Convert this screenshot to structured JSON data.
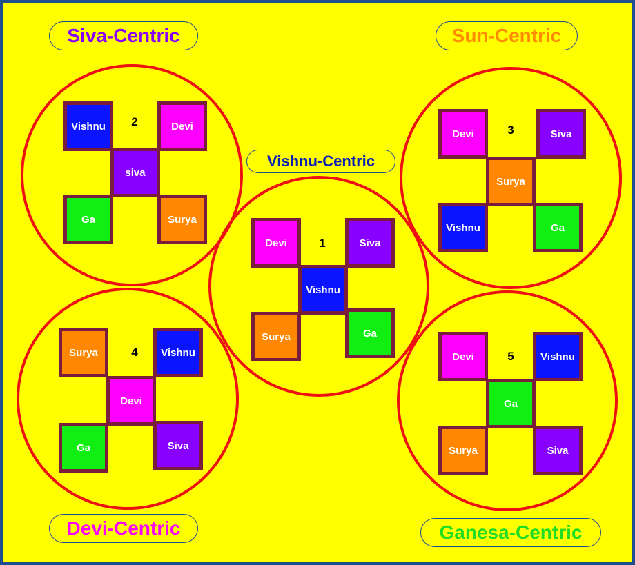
{
  "titles": {
    "siva": {
      "label": "Siva-Centric",
      "color": "#8a00ff"
    },
    "sun": {
      "label": "Sun-Centric",
      "color": "#ff8c00"
    },
    "vishnu": {
      "label": "Vishnu-Centric",
      "color": "#0a22b4"
    },
    "devi": {
      "label": "Devi-Centric",
      "color": "#ff00ff"
    },
    "ganesa": {
      "label": "Ganesa-Centric",
      "color": "#22dd22"
    }
  },
  "deity_colors": {
    "Vishnu": "#0a14ff",
    "Devi": "#ff00ff",
    "Siva": "#8800ff",
    "Surya": "#ff8800",
    "Ga": "#11ee11"
  },
  "panchayatanas": [
    {
      "id": "vishnu",
      "number": "1",
      "top_left": "Devi",
      "top_right": "Siva",
      "center": "Vishnu",
      "bottom_left": "Surya",
      "bottom_right": "Ga",
      "fills": {
        "top_left": "#ff00ff",
        "top_right": "#8800ff",
        "center": "#0a14ff",
        "bottom_left": "#ff8800",
        "bottom_right": "#11ee11"
      }
    },
    {
      "id": "siva",
      "number": "2",
      "top_left": "Vishnu",
      "top_right": "Devi",
      "center": "siva",
      "bottom_left": "Ga",
      "bottom_right": "Surya",
      "fills": {
        "top_left": "#0a14ff",
        "top_right": "#ff00ff",
        "center": "#8800ff",
        "bottom_left": "#11ee11",
        "bottom_right": "#ff8800"
      }
    },
    {
      "id": "sun",
      "number": "3",
      "top_left": "Devi",
      "top_right": "Siva",
      "center": "Surya",
      "bottom_left": "Vishnu",
      "bottom_right": "Ga",
      "fills": {
        "top_left": "#ff00ff",
        "top_right": "#8800ff",
        "center": "#ff8800",
        "bottom_left": "#0a14ff",
        "bottom_right": "#11ee11"
      }
    },
    {
      "id": "devi",
      "number": "4",
      "top_left": "Surya",
      "top_right": "Vishnu",
      "center": "Devi",
      "bottom_left": "Ga",
      "bottom_right": "Siva",
      "fills": {
        "top_left": "#ff8800",
        "top_right": "#0a14ff",
        "center": "#ff00ff",
        "bottom_left": "#11ee11",
        "bottom_right": "#8800ff"
      }
    },
    {
      "id": "ganesa",
      "number": "5",
      "top_left": "Devi",
      "top_right": "Vishnu",
      "center": "Ga",
      "bottom_left": "Surya",
      "bottom_right": "Siva",
      "fills": {
        "top_left": "#ff00ff",
        "top_right": "#0a14ff",
        "center": "#11ee11",
        "bottom_left": "#ff8800",
        "bottom_right": "#8800ff"
      }
    }
  ]
}
